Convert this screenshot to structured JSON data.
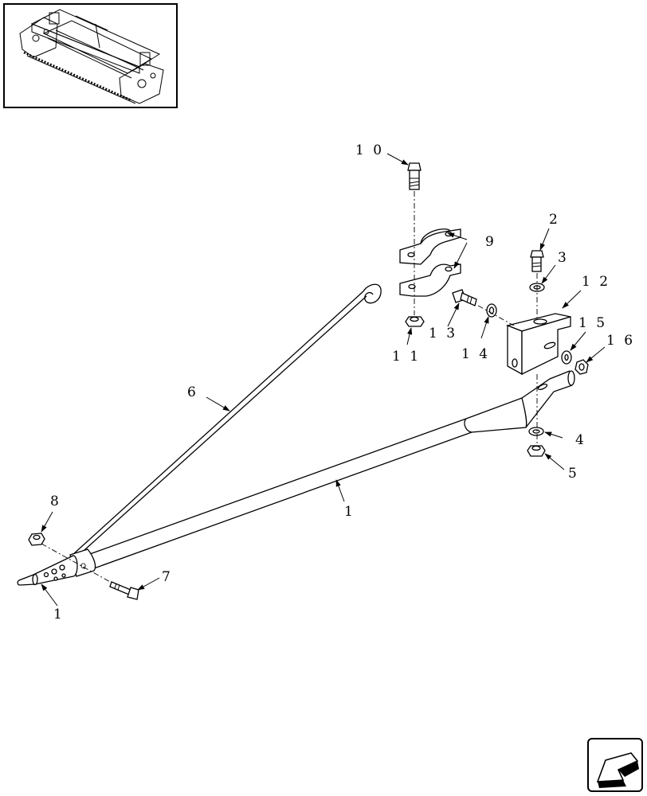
{
  "diagram": {
    "inset": {
      "icon": "header-assembly-thumbnail-icon"
    },
    "callouts": [
      {
        "id": "c10",
        "text": "1 0"
      },
      {
        "id": "c9",
        "text": "9"
      },
      {
        "id": "c2",
        "text": "2"
      },
      {
        "id": "c3",
        "text": "3"
      },
      {
        "id": "c12",
        "text": "1 2"
      },
      {
        "id": "c15",
        "text": "1 5"
      },
      {
        "id": "c16",
        "text": "1 6"
      },
      {
        "id": "c13",
        "text": "1 3"
      },
      {
        "id": "c14",
        "text": "1 4"
      },
      {
        "id": "c11",
        "text": "1 1"
      },
      {
        "id": "c6",
        "text": "6"
      },
      {
        "id": "c4",
        "text": "4"
      },
      {
        "id": "c5",
        "text": "5"
      },
      {
        "id": "c1a",
        "text": "1"
      },
      {
        "id": "c8",
        "text": "8"
      },
      {
        "id": "c7",
        "text": "7"
      },
      {
        "id": "c1b",
        "text": "1"
      }
    ],
    "nav": {
      "icon": "previous-page-arrow-icon"
    }
  }
}
